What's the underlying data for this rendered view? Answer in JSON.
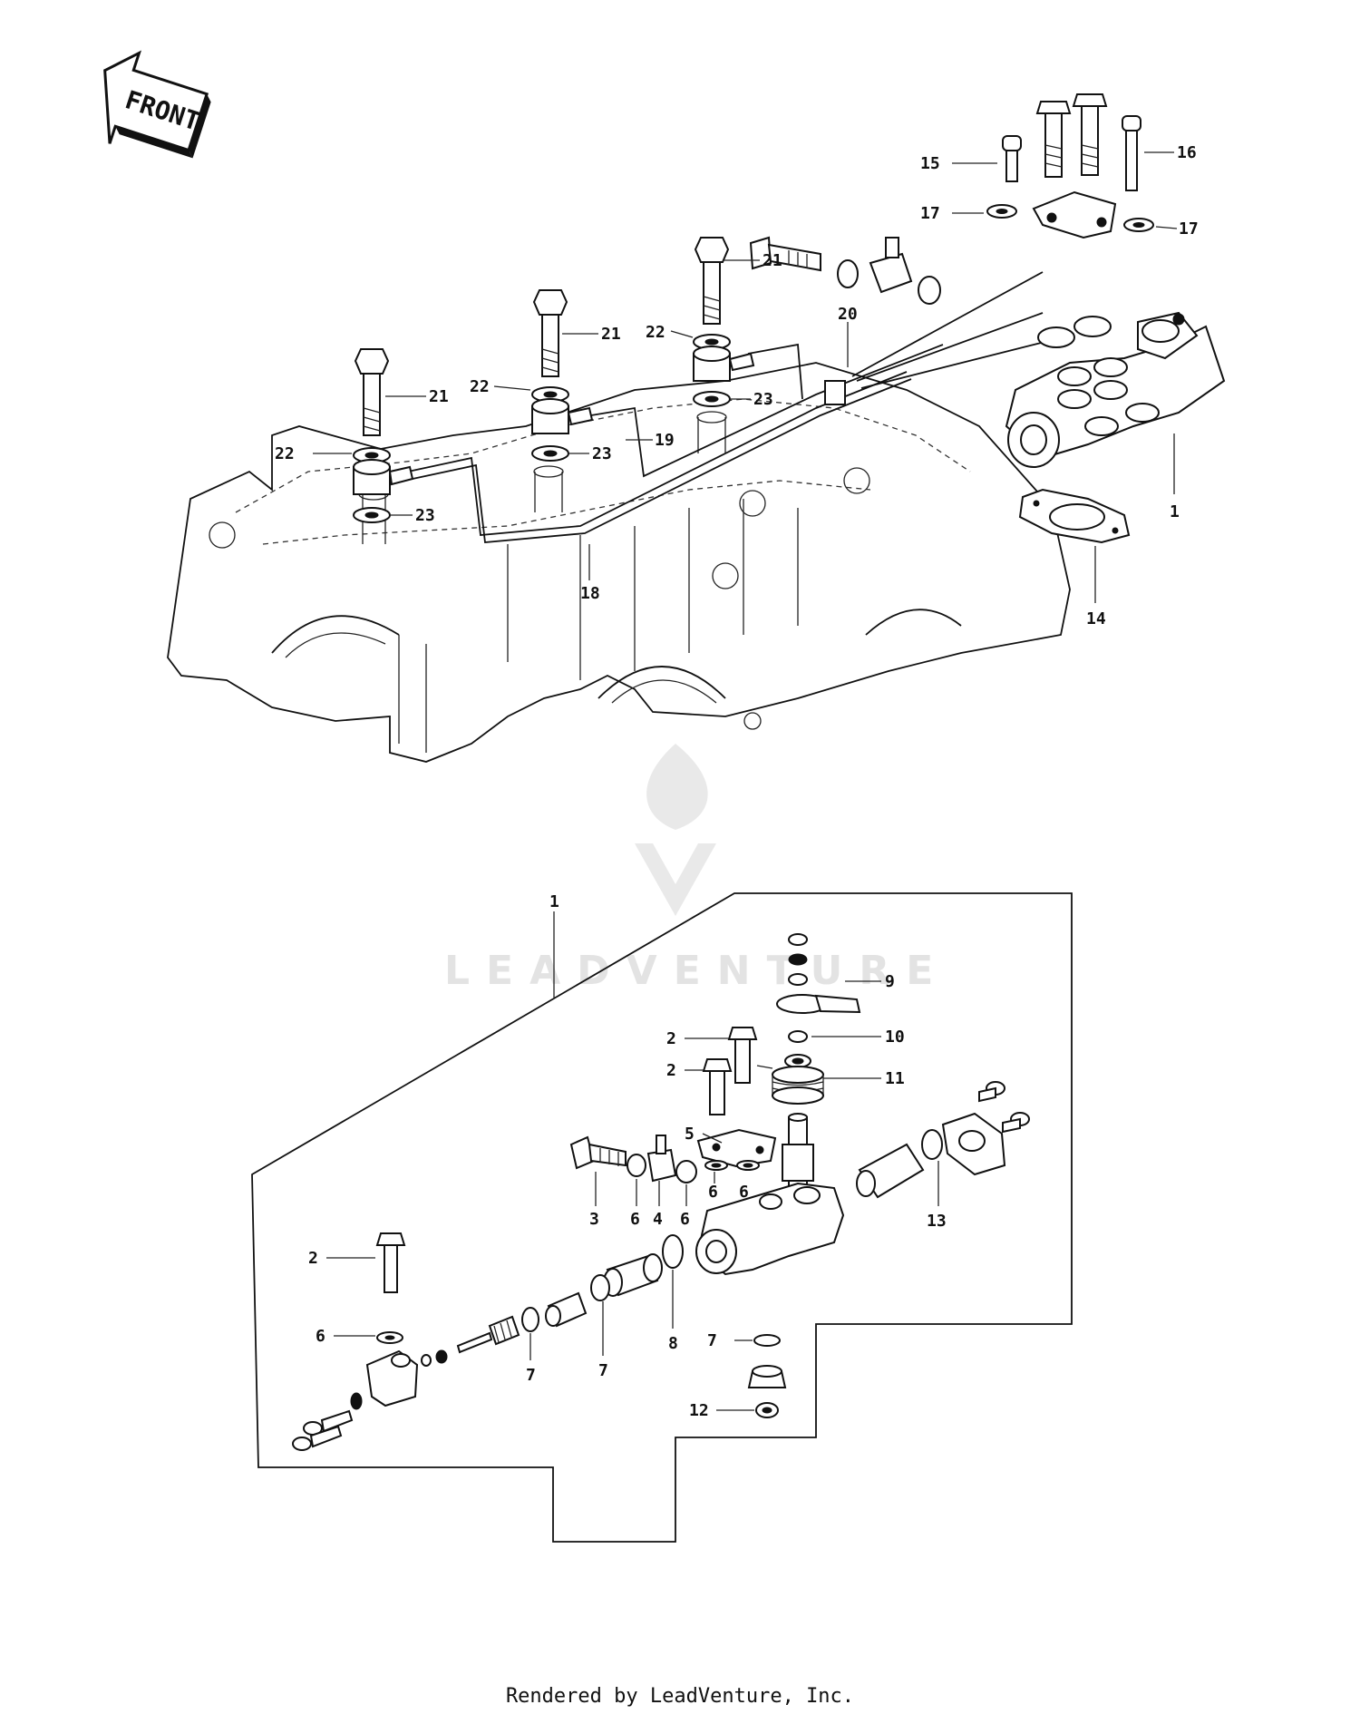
{
  "front_badge": "FRONT",
  "watermark": "LEADVENTURE",
  "footer": "Rendered by LeadVenture, Inc.",
  "callouts_top": {
    "c1": "1",
    "c14": "14",
    "c15": "15",
    "c16": "16",
    "c17a": "17",
    "c17b": "17",
    "c18": "18",
    "c19": "19",
    "c20": "20",
    "c21a": "21",
    "c21b": "21",
    "c21c": "21",
    "c22a": "22",
    "c22b": "22",
    "c22c": "22",
    "c23a": "23",
    "c23b": "23",
    "c23c": "23"
  },
  "callouts_bottom": {
    "c1": "1",
    "c2a": "2",
    "c2b": "2",
    "c2c": "2",
    "c3": "3",
    "c4": "4",
    "c5": "5",
    "c6a": "6",
    "c6b": "6",
    "c6c": "6",
    "c6d": "6",
    "c6e": "6",
    "c7a": "7",
    "c7b": "7",
    "c7c": "7",
    "c8": "8",
    "c9": "9",
    "c10": "10",
    "c11": "11",
    "c12": "12",
    "c13": "13"
  }
}
